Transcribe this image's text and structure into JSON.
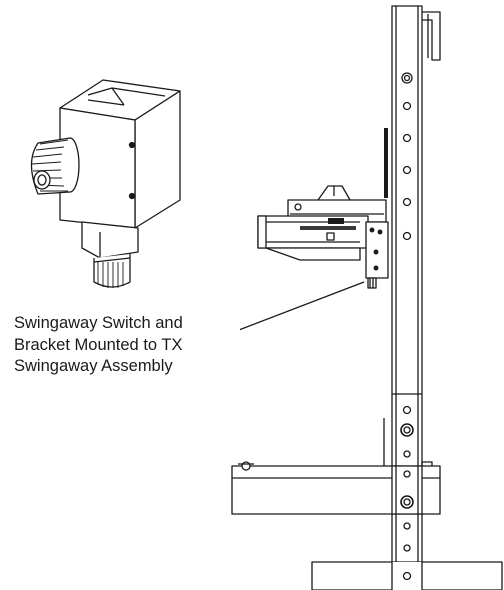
{
  "callout": {
    "lines": [
      "Swingaway Switch and",
      "Bracket Mounted to TX",
      "Swingaway Assembly"
    ]
  },
  "colors": {
    "line": "#1a1a1a",
    "background": "#ffffff",
    "shade": "#3a3a3a"
  },
  "icons": {
    "switch": "swingaway-switch-drawing",
    "frame": "tx-frame-drawing"
  }
}
